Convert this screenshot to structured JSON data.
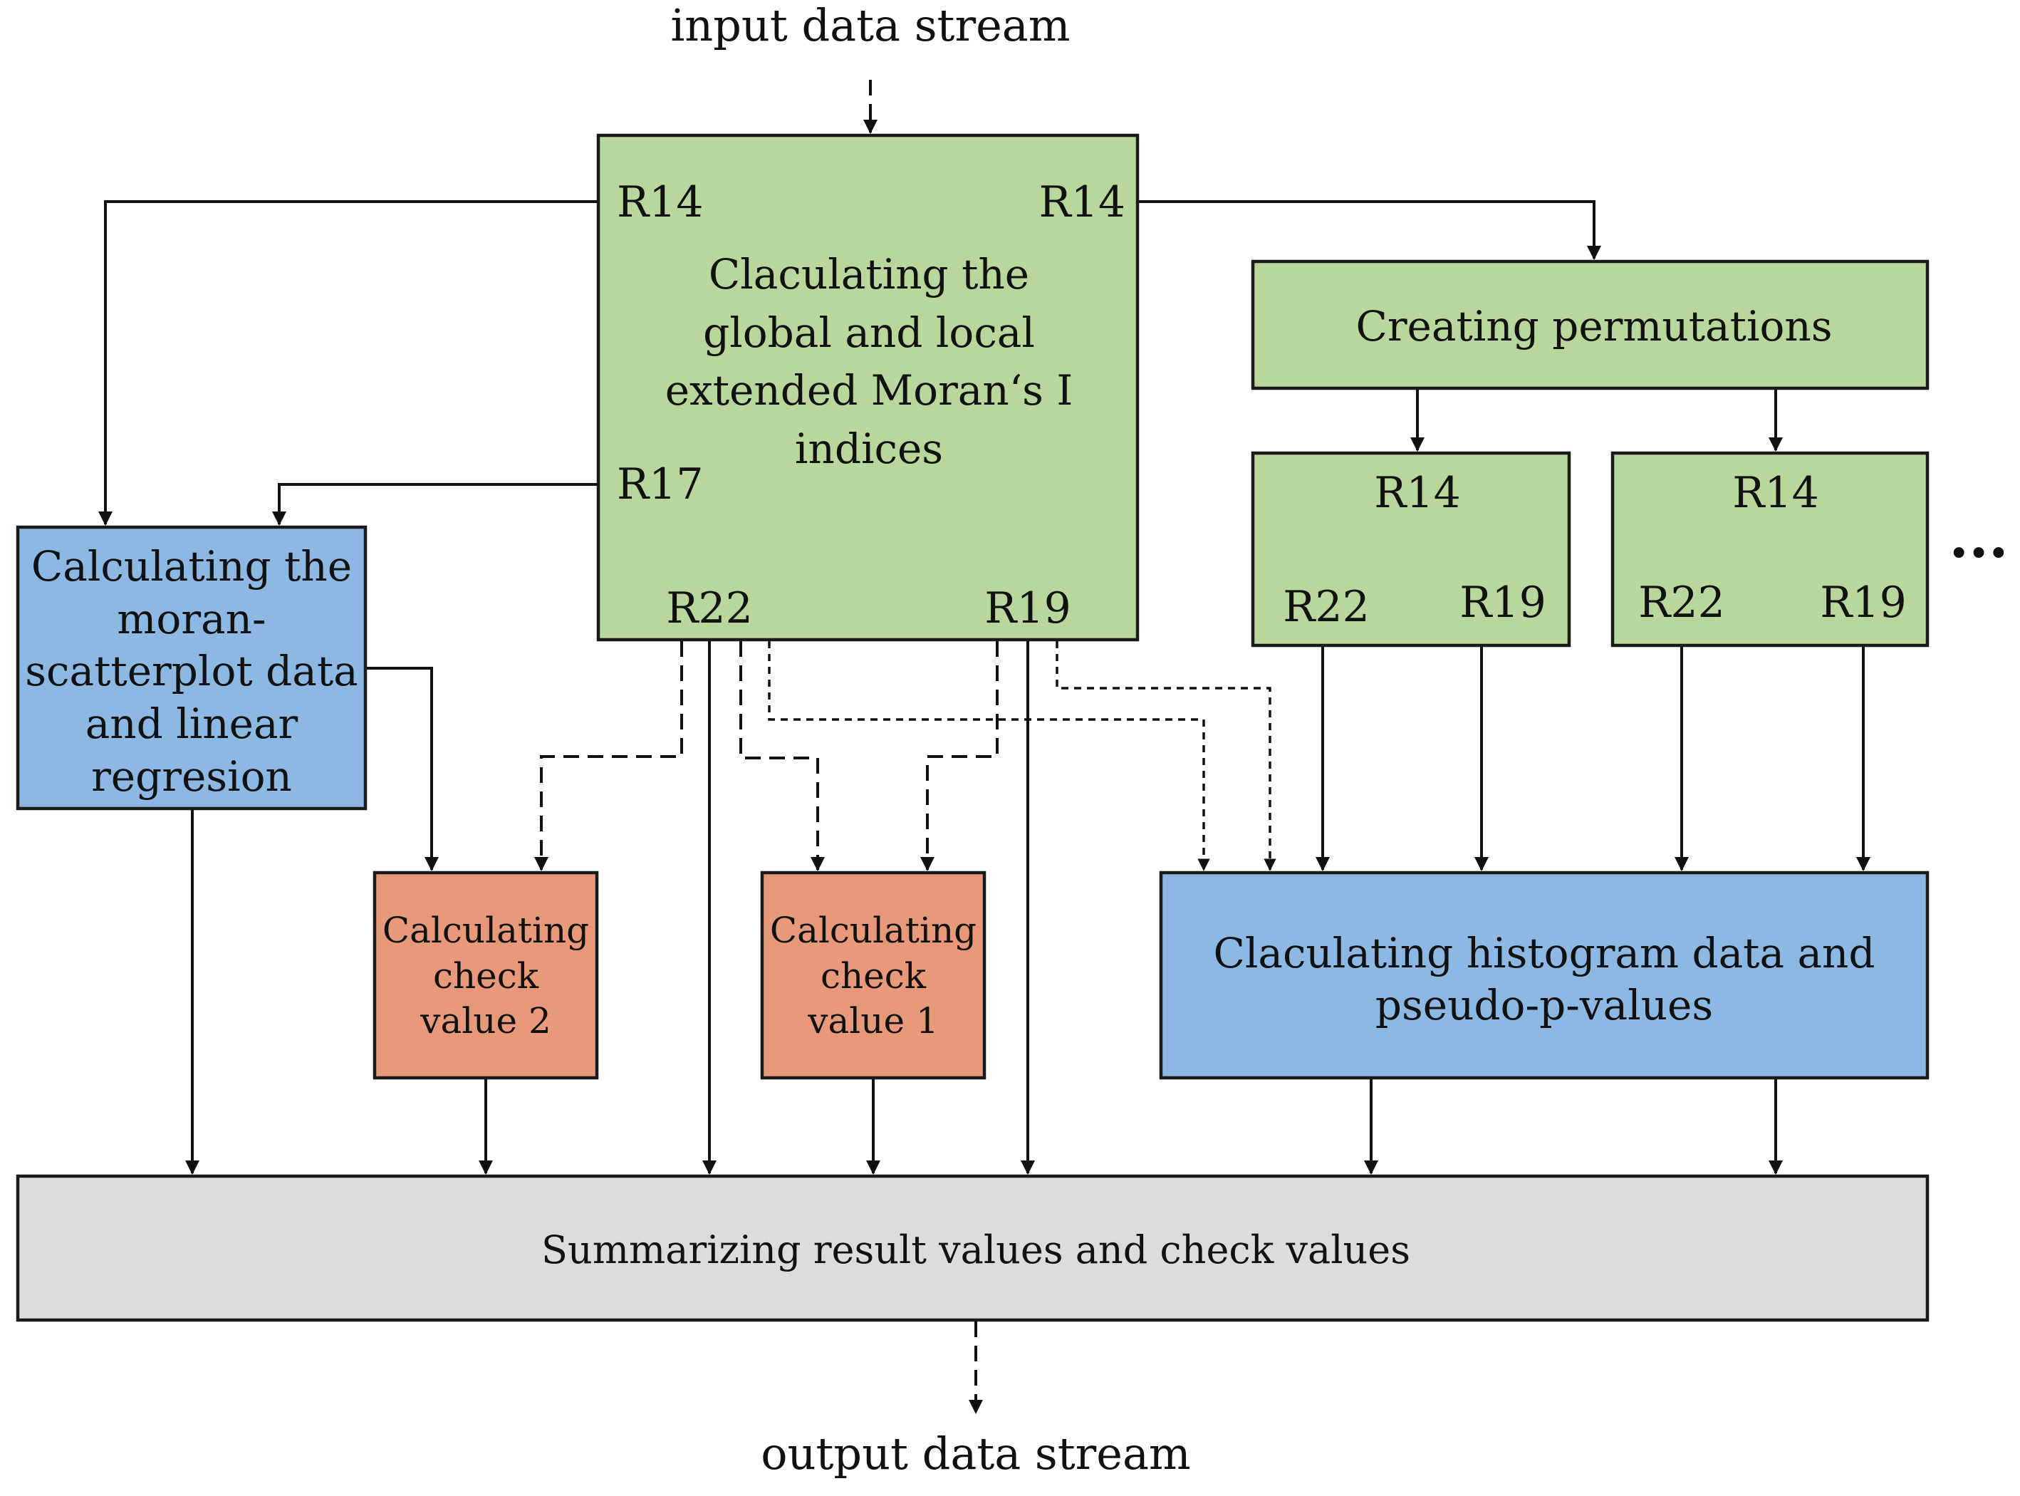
{
  "colors": {
    "green": "#b8d79d",
    "blue": "#8db8e4",
    "orange": "#e7997a",
    "gray": "#dcdcdc"
  },
  "io": {
    "input": "input data stream",
    "output": "output data stream"
  },
  "main_box": {
    "lines": [
      "Claculating the",
      "global and local",
      "extended Moran‘s I",
      "indices"
    ],
    "ports": {
      "r14_left": "R14",
      "r14_right": "R14",
      "r17": "R17",
      "r22": "R22",
      "r19": "R19"
    }
  },
  "permutations_box": {
    "label": "Creating permutations"
  },
  "perm_copy_1": {
    "r14": "R14",
    "r22": "R22",
    "r19": "R19"
  },
  "perm_copy_2": {
    "r14": "R14",
    "r22": "R22",
    "r19": "R19"
  },
  "ellipsis": "...",
  "moran_box": {
    "lines": [
      "Calculating the",
      "moran-",
      "scatterplot data",
      "and linear",
      "regresion"
    ]
  },
  "check2_box": {
    "lines": [
      "Calculating",
      "check",
      "value 2"
    ]
  },
  "check1_box": {
    "lines": [
      "Calculating",
      "check",
      "value 1"
    ]
  },
  "histogram_box": {
    "lines": [
      "Claculating histogram data and",
      "pseudo-p-values"
    ]
  },
  "summary_box": {
    "label": "Summarizing result values and check values"
  }
}
